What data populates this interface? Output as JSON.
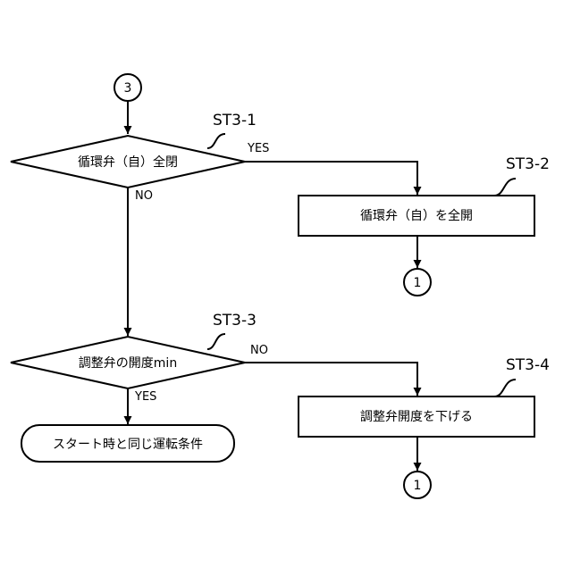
{
  "connectors": {
    "entry": "3",
    "exit_a": "1",
    "exit_b": "1"
  },
  "steps": {
    "s1": "ST3-1",
    "s2": "ST3-2",
    "s3": "ST3-3",
    "s4": "ST3-4"
  },
  "nodes": {
    "d1": "循環弁（自）全閉",
    "p1": "循環弁（自）を全開",
    "d2": "調整弁の開度min",
    "p2": "調整弁開度を下げる",
    "end": "スタート時と同じ運転条件"
  },
  "branches": {
    "d1_yes": "YES",
    "d1_no": "NO",
    "d2_no": "NO",
    "d2_yes": "YES"
  }
}
